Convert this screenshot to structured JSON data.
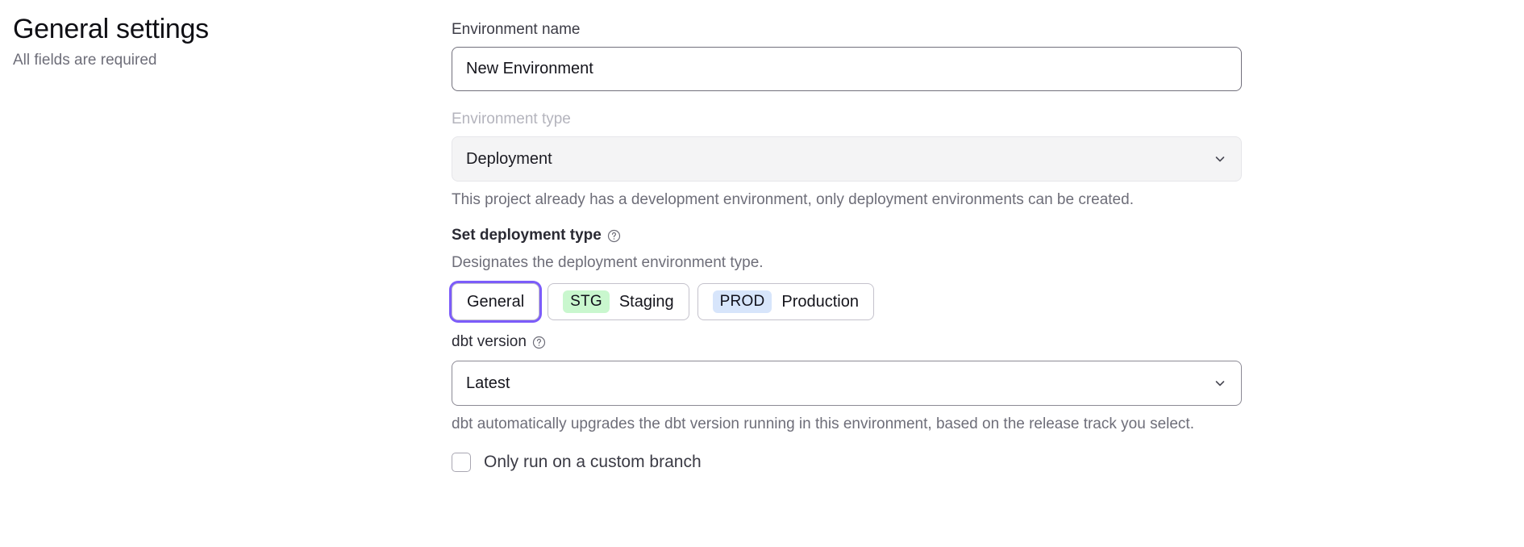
{
  "header": {
    "title": "General settings",
    "subtitle": "All fields are required"
  },
  "form": {
    "environment_name": {
      "label": "Environment name",
      "value": "New Environment",
      "placeholder": "Environment name"
    },
    "environment_type": {
      "label": "Environment type",
      "value": "Deployment",
      "disabled_note": "This project already has a development environment, only deployment environments can be created.",
      "chevron_icon": "chevron-down-icon"
    },
    "deployment_type": {
      "label": "Set deployment type",
      "help_icon": "help-circle-icon",
      "description": "Designates the deployment environment type.",
      "options": [
        {
          "id": "general",
          "badge": "",
          "label": "General",
          "badge_color": "",
          "selected": true
        },
        {
          "id": "staging",
          "badge": "STG",
          "label": "Staging",
          "badge_color": "#c9f7ce",
          "selected": false
        },
        {
          "id": "production",
          "badge": "PROD",
          "label": "Production",
          "badge_color": "#d7e5fb",
          "selected": false
        }
      ]
    },
    "dbt_version": {
      "label": "dbt version",
      "help_icon": "help-circle-icon",
      "value": "Latest",
      "note": "dbt automatically upgrades the dbt version running in this environment, based on the release track you select.",
      "chevron_icon": "chevron-down-icon"
    },
    "custom_branch": {
      "label": "Only run on a custom branch",
      "checked": false
    }
  },
  "colors": {
    "focus_ring": "#7c5cfa",
    "staging_badge": "#c9f7ce",
    "production_badge": "#d7e5fb",
    "muted_text": "#6e6e79"
  }
}
